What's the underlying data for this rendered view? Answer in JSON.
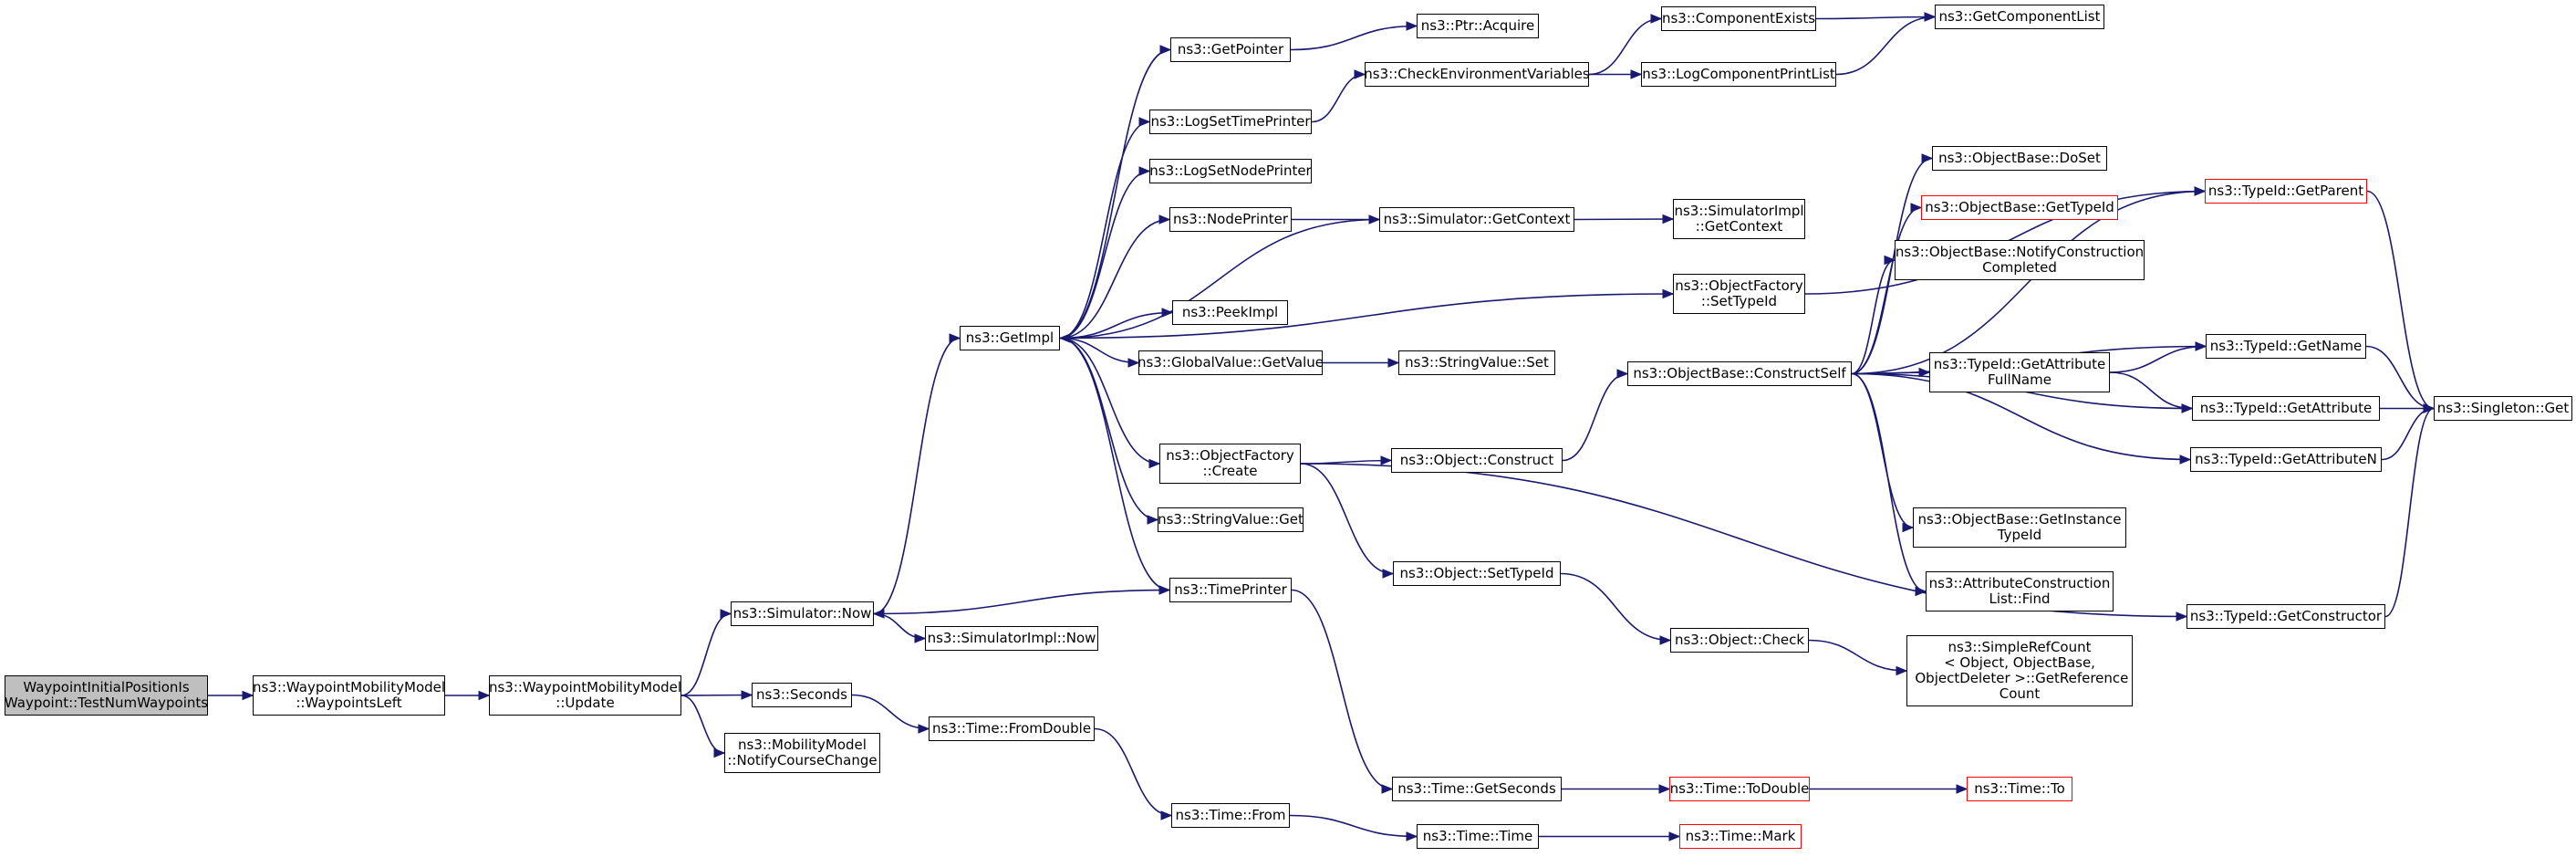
{
  "colors": {
    "edge": "#191970",
    "node_border": "#000000",
    "incomplete_border": "#ff0000",
    "root_fill": "#bfbfbf",
    "background": "#ffffff"
  },
  "nodes": [
    {
      "id": "root",
      "lines": [
        "WaypointInitialPositionIs",
        "Waypoint::TestNumWaypoints"
      ],
      "style": "root"
    },
    {
      "id": "waypoints_left",
      "lines": [
        "ns3::WaypointMobilityModel",
        "::WaypointsLeft"
      ],
      "style": "normal"
    },
    {
      "id": "update",
      "lines": [
        "ns3::WaypointMobilityModel",
        "::Update"
      ],
      "style": "normal"
    },
    {
      "id": "sim_now",
      "lines": [
        "ns3::Simulator::Now"
      ],
      "style": "normal"
    },
    {
      "id": "seconds",
      "lines": [
        "ns3::Seconds"
      ],
      "style": "normal"
    },
    {
      "id": "notify_course",
      "lines": [
        "ns3::MobilityModel",
        "::NotifyCourseChange"
      ],
      "style": "normal"
    },
    {
      "id": "simimpl_now",
      "lines": [
        "ns3::SimulatorImpl::Now"
      ],
      "style": "normal"
    },
    {
      "id": "from_double",
      "lines": [
        "ns3::Time::FromDouble"
      ],
      "style": "normal"
    },
    {
      "id": "time_from",
      "lines": [
        "ns3::Time::From"
      ],
      "style": "normal"
    },
    {
      "id": "time_time",
      "lines": [
        "ns3::Time::Time"
      ],
      "style": "normal"
    },
    {
      "id": "time_mark",
      "lines": [
        "ns3::Time::Mark"
      ],
      "style": "red"
    },
    {
      "id": "get_impl",
      "lines": [
        "ns3::GetImpl"
      ],
      "style": "normal"
    },
    {
      "id": "get_pointer",
      "lines": [
        "ns3::GetPointer"
      ],
      "style": "normal"
    },
    {
      "id": "ptr_acquire",
      "lines": [
        "ns3::Ptr::Acquire"
      ],
      "style": "normal"
    },
    {
      "id": "log_time_printer",
      "lines": [
        "ns3::LogSetTimePrinter"
      ],
      "style": "normal"
    },
    {
      "id": "log_node_printer",
      "lines": [
        "ns3::LogSetNodePrinter"
      ],
      "style": "normal"
    },
    {
      "id": "node_printer",
      "lines": [
        "ns3::NodePrinter"
      ],
      "style": "normal"
    },
    {
      "id": "peek_impl",
      "lines": [
        "ns3::PeekImpl"
      ],
      "style": "normal"
    },
    {
      "id": "gv_getvalue",
      "lines": [
        "ns3::GlobalValue::GetValue"
      ],
      "style": "normal"
    },
    {
      "id": "of_create",
      "lines": [
        "ns3::ObjectFactory",
        "::Create"
      ],
      "style": "normal"
    },
    {
      "id": "sv_get",
      "lines": [
        "ns3::StringValue::Get"
      ],
      "style": "normal"
    },
    {
      "id": "time_printer",
      "lines": [
        "ns3::TimePrinter"
      ],
      "style": "normal"
    },
    {
      "id": "check_env",
      "lines": [
        "ns3::CheckEnvironmentVariables"
      ],
      "style": "normal"
    },
    {
      "id": "sim_getcontext",
      "lines": [
        "ns3::Simulator::GetContext"
      ],
      "style": "normal"
    },
    {
      "id": "sv_set",
      "lines": [
        "ns3::StringValue::Set"
      ],
      "style": "normal"
    },
    {
      "id": "obj_construct",
      "lines": [
        "ns3::Object::Construct"
      ],
      "style": "normal"
    },
    {
      "id": "obj_settypeid",
      "lines": [
        "ns3::Object::SetTypeId"
      ],
      "style": "normal"
    },
    {
      "id": "time_getseconds",
      "lines": [
        "ns3::Time::GetSeconds"
      ],
      "style": "normal"
    },
    {
      "id": "comp_exists",
      "lines": [
        "ns3::ComponentExists"
      ],
      "style": "normal"
    },
    {
      "id": "log_comp_print",
      "lines": [
        "ns3::LogComponentPrintList"
      ],
      "style": "normal"
    },
    {
      "id": "simimpl_getcontext",
      "lines": [
        "ns3::SimulatorImpl",
        "::GetContext"
      ],
      "style": "normal"
    },
    {
      "id": "of_settypeid",
      "lines": [
        "ns3::ObjectFactory",
        "::SetTypeId"
      ],
      "style": "normal"
    },
    {
      "id": "ob_constructself",
      "lines": [
        "ns3::ObjectBase::ConstructSelf"
      ],
      "style": "normal"
    },
    {
      "id": "obj_check",
      "lines": [
        "ns3::Object::Check"
      ],
      "style": "normal"
    },
    {
      "id": "time_todouble",
      "lines": [
        "ns3::Time::ToDouble"
      ],
      "style": "red"
    },
    {
      "id": "get_comp_list",
      "lines": [
        "ns3::GetComponentList"
      ],
      "style": "normal"
    },
    {
      "id": "ob_doset",
      "lines": [
        "ns3::ObjectBase::DoSet"
      ],
      "style": "normal"
    },
    {
      "id": "ob_gettypeid",
      "lines": [
        "ns3::ObjectBase::GetTypeId"
      ],
      "style": "red"
    },
    {
      "id": "ob_notify",
      "lines": [
        "ns3::ObjectBase::NotifyConstruction",
        "Completed"
      ],
      "style": "normal"
    },
    {
      "id": "tid_getattrfullname",
      "lines": [
        "ns3::TypeId::GetAttribute",
        "FullName"
      ],
      "style": "normal"
    },
    {
      "id": "ob_getinstance",
      "lines": [
        "ns3::ObjectBase::GetInstance",
        "TypeId"
      ],
      "style": "normal"
    },
    {
      "id": "acl_find",
      "lines": [
        "ns3::AttributeConstruction",
        "List::Find"
      ],
      "style": "normal"
    },
    {
      "id": "src_getref",
      "lines": [
        "ns3::SimpleRefCount",
        "< Object, ObjectBase,",
        " ObjectDeleter >::GetReference",
        "Count"
      ],
      "style": "normal"
    },
    {
      "id": "time_to",
      "lines": [
        "ns3::Time::To"
      ],
      "style": "red"
    },
    {
      "id": "tid_getparent",
      "lines": [
        "ns3::TypeId::GetParent"
      ],
      "style": "red"
    },
    {
      "id": "tid_getname",
      "lines": [
        "ns3::TypeId::GetName"
      ],
      "style": "normal"
    },
    {
      "id": "tid_getattribute",
      "lines": [
        "ns3::TypeId::GetAttribute"
      ],
      "style": "normal"
    },
    {
      "id": "tid_getattributen",
      "lines": [
        "ns3::TypeId::GetAttributeN"
      ],
      "style": "normal"
    },
    {
      "id": "tid_getconstructor",
      "lines": [
        "ns3::TypeId::GetConstructor"
      ],
      "style": "normal"
    },
    {
      "id": "singleton_get",
      "lines": [
        "ns3::Singleton::Get"
      ],
      "style": "normal"
    }
  ],
  "edges": [
    [
      "root",
      "waypoints_left"
    ],
    [
      "waypoints_left",
      "update"
    ],
    [
      "update",
      "sim_now"
    ],
    [
      "update",
      "seconds"
    ],
    [
      "update",
      "notify_course"
    ],
    [
      "sim_now",
      "get_impl"
    ],
    [
      "sim_now",
      "simimpl_now"
    ],
    [
      "seconds",
      "from_double"
    ],
    [
      "from_double",
      "time_from"
    ],
    [
      "time_from",
      "time_time"
    ],
    [
      "time_time",
      "time_mark"
    ],
    [
      "get_impl",
      "get_pointer"
    ],
    [
      "get_impl",
      "log_time_printer"
    ],
    [
      "get_impl",
      "log_node_printer"
    ],
    [
      "get_impl",
      "node_printer"
    ],
    [
      "get_impl",
      "peek_impl"
    ],
    [
      "get_impl",
      "gv_getvalue"
    ],
    [
      "get_impl",
      "of_create"
    ],
    [
      "get_impl",
      "sv_get"
    ],
    [
      "get_impl",
      "time_printer"
    ],
    [
      "get_impl",
      "of_settypeid"
    ],
    [
      "sim_getcontext",
      "get_impl"
    ],
    [
      "time_printer",
      "sim_now"
    ],
    [
      "time_printer",
      "time_getseconds"
    ],
    [
      "get_pointer",
      "ptr_acquire"
    ],
    [
      "log_time_printer",
      "check_env"
    ],
    [
      "node_printer",
      "sim_getcontext"
    ],
    [
      "sim_getcontext",
      "simimpl_getcontext"
    ],
    [
      "gv_getvalue",
      "sv_set"
    ],
    [
      "of_create",
      "obj_construct"
    ],
    [
      "of_create",
      "obj_settypeid"
    ],
    [
      "of_create",
      "tid_getconstructor"
    ],
    [
      "check_env",
      "comp_exists"
    ],
    [
      "check_env",
      "log_comp_print"
    ],
    [
      "comp_exists",
      "get_comp_list"
    ],
    [
      "log_comp_print",
      "get_comp_list"
    ],
    [
      "obj_construct",
      "ob_constructself"
    ],
    [
      "obj_settypeid",
      "obj_check"
    ],
    [
      "obj_check",
      "src_getref"
    ],
    [
      "time_getseconds",
      "time_todouble"
    ],
    [
      "time_todouble",
      "time_to"
    ],
    [
      "of_settypeid",
      "tid_getparent"
    ],
    [
      "ob_constructself",
      "ob_doset"
    ],
    [
      "ob_constructself",
      "ob_gettypeid"
    ],
    [
      "ob_constructself",
      "ob_notify"
    ],
    [
      "ob_constructself",
      "tid_getattrfullname"
    ],
    [
      "ob_constructself",
      "ob_getinstance"
    ],
    [
      "ob_constructself",
      "acl_find"
    ],
    [
      "ob_constructself",
      "tid_getparent"
    ],
    [
      "ob_constructself",
      "tid_getname"
    ],
    [
      "ob_constructself",
      "tid_getattribute"
    ],
    [
      "ob_constructself",
      "tid_getattributen"
    ],
    [
      "tid_getattrfullname",
      "tid_getname"
    ],
    [
      "tid_getattrfullname",
      "tid_getattribute"
    ],
    [
      "tid_getparent",
      "singleton_get"
    ],
    [
      "tid_getname",
      "singleton_get"
    ],
    [
      "tid_getattribute",
      "singleton_get"
    ],
    [
      "tid_getattributen",
      "singleton_get"
    ],
    [
      "tid_getconstructor",
      "singleton_get"
    ]
  ]
}
